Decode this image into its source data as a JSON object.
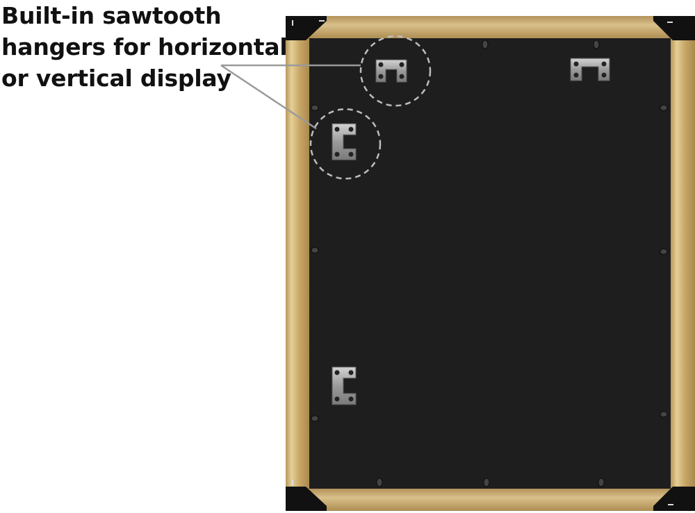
{
  "caption": {
    "line1": "Built-in sawtooth",
    "line2": "hangers for horizontal",
    "line3": "or vertical display"
  },
  "colors": {
    "frame_gold": "#c9a867",
    "backing": "#1e1e1e",
    "corner_bracket": "#111111",
    "hanger": "#a8a8a8",
    "callout_line": "#9a9a9a"
  },
  "icons": [
    "sawtooth-hanger-icon",
    "corner-bracket-icon",
    "turn-clip-icon"
  ]
}
